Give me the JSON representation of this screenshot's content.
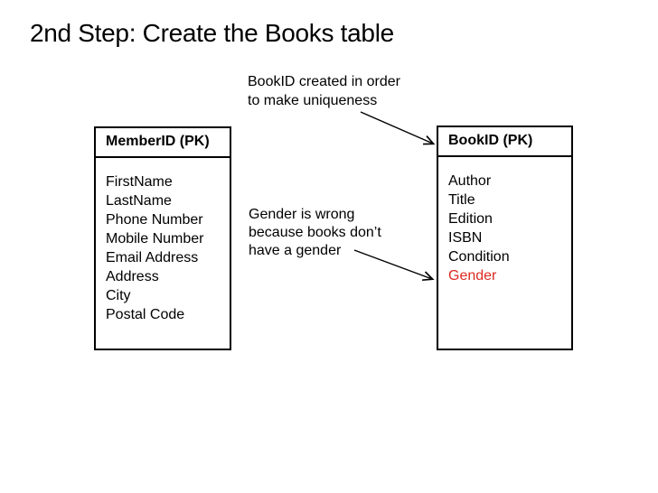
{
  "colors": {
    "background": "#ffffff",
    "text": "#000000",
    "table_border": "#000000",
    "highlight_red": "#dd2a22"
  },
  "slide": {
    "title": "2nd Step: Create the Books table"
  },
  "member_table": {
    "header": "MemberID (PK)",
    "fields": [
      "FirstName",
      "LastName",
      "Phone Number",
      "Mobile Number",
      "Email Address",
      "Address",
      "City",
      "Postal Code"
    ]
  },
  "book_table": {
    "header": "BookID (PK)",
    "fields": [
      "Author",
      "Title",
      "Edition",
      "ISBN",
      "Condition",
      "Gender"
    ],
    "highlighted_field": "Gender"
  },
  "annotations": {
    "uniqueness_note": {
      "lines": [
        "BookID created in order",
        "to make uniqueness"
      ]
    },
    "gender_note": {
      "lines": [
        "Gender is wrong",
        "because books don’t",
        "have a gender"
      ]
    }
  }
}
